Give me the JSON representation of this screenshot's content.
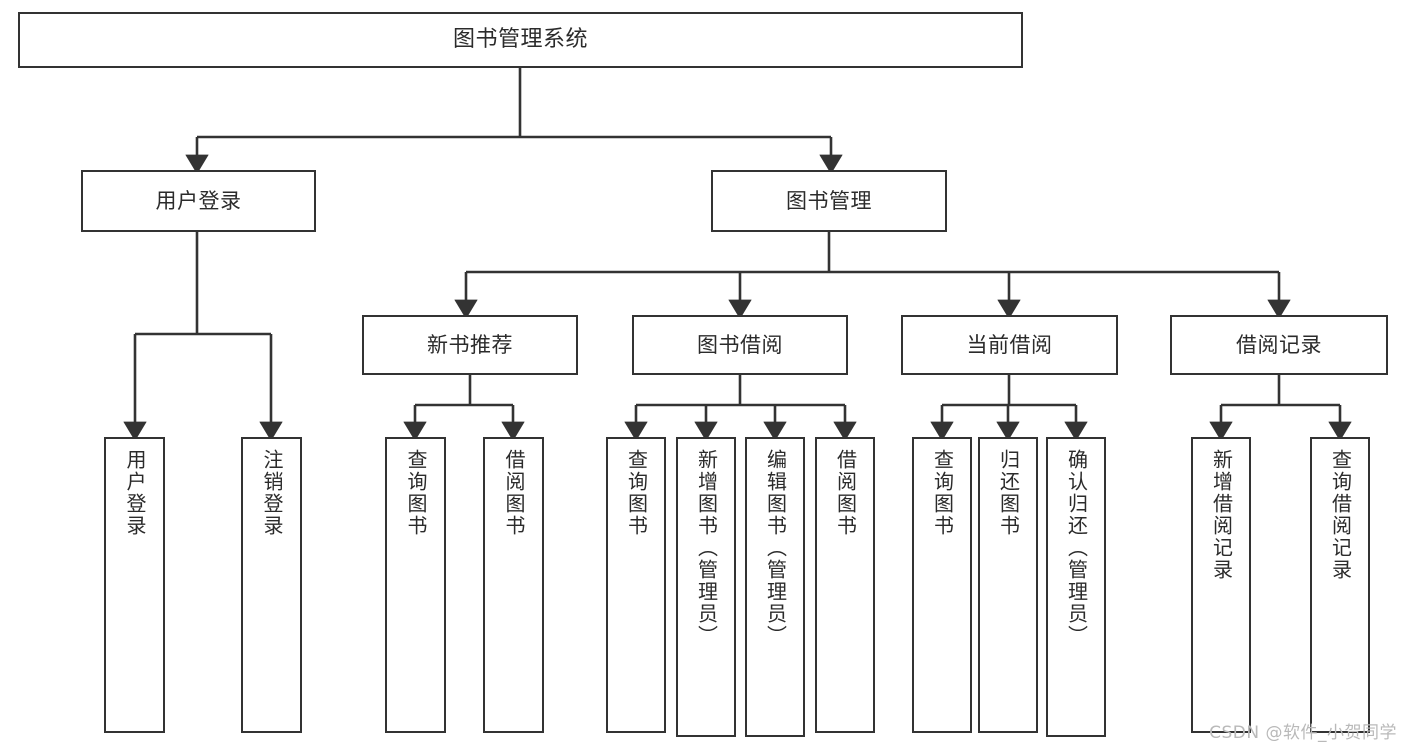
{
  "diagram": {
    "type": "tree-hierarchy",
    "title": "图书管理系统",
    "watermark": "CSDN @软件_小贺同学",
    "colors": {
      "border": "#333333",
      "text": "#2b2b2b",
      "background": "#ffffff",
      "edge": "#333333",
      "watermark": "#b9b9b9"
    },
    "nodes": {
      "root": {
        "label": "图书管理系统"
      },
      "level1": [
        {
          "id": "user-login",
          "label": "用户登录"
        },
        {
          "id": "book-management",
          "label": "图书管理"
        }
      ],
      "level2": [
        {
          "id": "new-book-recommend",
          "label": "新书推荐"
        },
        {
          "id": "book-borrow",
          "label": "图书借阅"
        },
        {
          "id": "current-borrow",
          "label": "当前借阅"
        },
        {
          "id": "borrow-record",
          "label": "借阅记录"
        }
      ],
      "leaves": {
        "user-login": [
          {
            "id": "leaf-user-login",
            "label": "用户登录"
          },
          {
            "id": "leaf-user-logout",
            "label": "注销登录"
          }
        ],
        "new-book-recommend": [
          {
            "id": "leaf-query-book-1",
            "label": "查询图书"
          },
          {
            "id": "leaf-borrow-book-1",
            "label": "借阅图书"
          }
        ],
        "book-borrow": [
          {
            "id": "leaf-query-book-2",
            "label": "查询图书"
          },
          {
            "id": "leaf-add-book",
            "label": "新增图书（管理员）"
          },
          {
            "id": "leaf-edit-book",
            "label": "编辑图书（管理员）"
          },
          {
            "id": "leaf-borrow-book-2",
            "label": "借阅图书"
          }
        ],
        "current-borrow": [
          {
            "id": "leaf-query-book-3",
            "label": "查询图书"
          },
          {
            "id": "leaf-return-book",
            "label": "归还图书"
          },
          {
            "id": "leaf-confirm-return",
            "label": "确认归还（管理员）"
          }
        ],
        "borrow-record": [
          {
            "id": "leaf-add-record",
            "label": "新增借阅记录"
          },
          {
            "id": "leaf-query-record",
            "label": "查询借阅记录"
          }
        ]
      }
    }
  }
}
